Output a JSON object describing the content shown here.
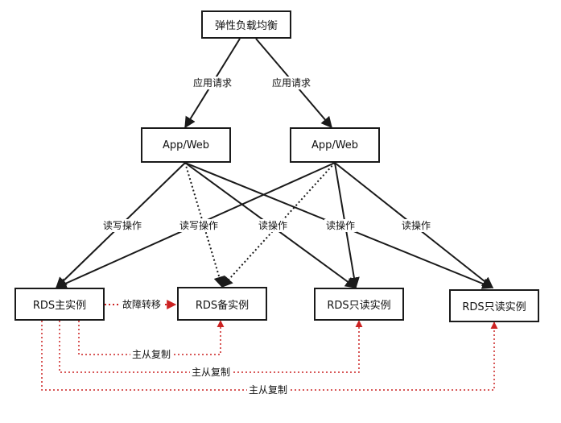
{
  "colors": {
    "line": "#1a1a1a",
    "replication": "#cc2222"
  },
  "nodes": {
    "elb": "弹性负载均衡",
    "app1": "App/Web",
    "app2": "App/Web",
    "rds_master": "RDS主实例",
    "rds_standby": "RDS备实例",
    "rds_ro1": "RDS只读实例",
    "rds_ro2": "RDS只读实例"
  },
  "edge_labels": {
    "req1": "应用请求",
    "req2": "应用请求",
    "rw1": "读写操作",
    "rw2": "读写操作",
    "r1": "读操作",
    "r2": "读操作",
    "r3": "读操作",
    "failover": "故障转移",
    "rep1": "主从复制",
    "rep2": "主从复制",
    "rep3": "主从复制"
  }
}
